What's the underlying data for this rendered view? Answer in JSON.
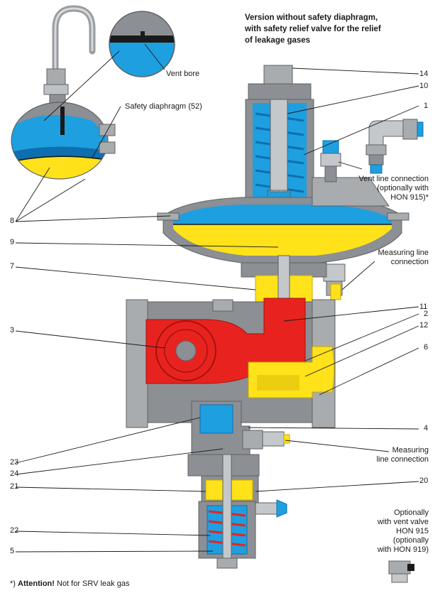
{
  "title": [
    "Version without safety diaphragm,",
    "with safety relief valve for the relief",
    "of leakage gases"
  ],
  "labels": {
    "vent_bore": "Vent bore",
    "safety_diaphragm": "Safety diaphragm (52)",
    "vent_line": [
      "Vent line connection",
      "(optionally with",
      "HON 915)*"
    ],
    "measuring_line_upper": [
      "Measuring line",
      "connection"
    ],
    "measuring_line_lower": [
      "Measuring",
      "line connection"
    ],
    "optionally": [
      "Optionally",
      "with vent valve",
      "HON 915",
      "(optionally",
      "with HON 919)"
    ]
  },
  "part_numbers": {
    "n14": "14",
    "n10": "10",
    "n1": "1",
    "n8": "8",
    "n9": "9",
    "n7": "7",
    "n11": "11",
    "n2": "2",
    "n12": "12",
    "n3": "3",
    "n6": "6",
    "n4": "4",
    "n23": "23",
    "n24": "24",
    "n21": "21",
    "n20": "20",
    "n22": "22",
    "n5": "5"
  },
  "footnote": {
    "prefix": "*) ",
    "attention": "Attention!",
    "text": " Not for SRV leak gas"
  },
  "colors": {
    "steel": "#8c8f93",
    "steel_dark": "#5f6266",
    "steel_light": "#c5c8cb",
    "blue": "#1e9fe0",
    "blue_dark": "#0d6fb0",
    "yellow": "#ffe21a",
    "yellow_dark": "#c9a800",
    "red": "#e8231f",
    "red_dark": "#a5120f",
    "lead": "#1a1a1a"
  }
}
